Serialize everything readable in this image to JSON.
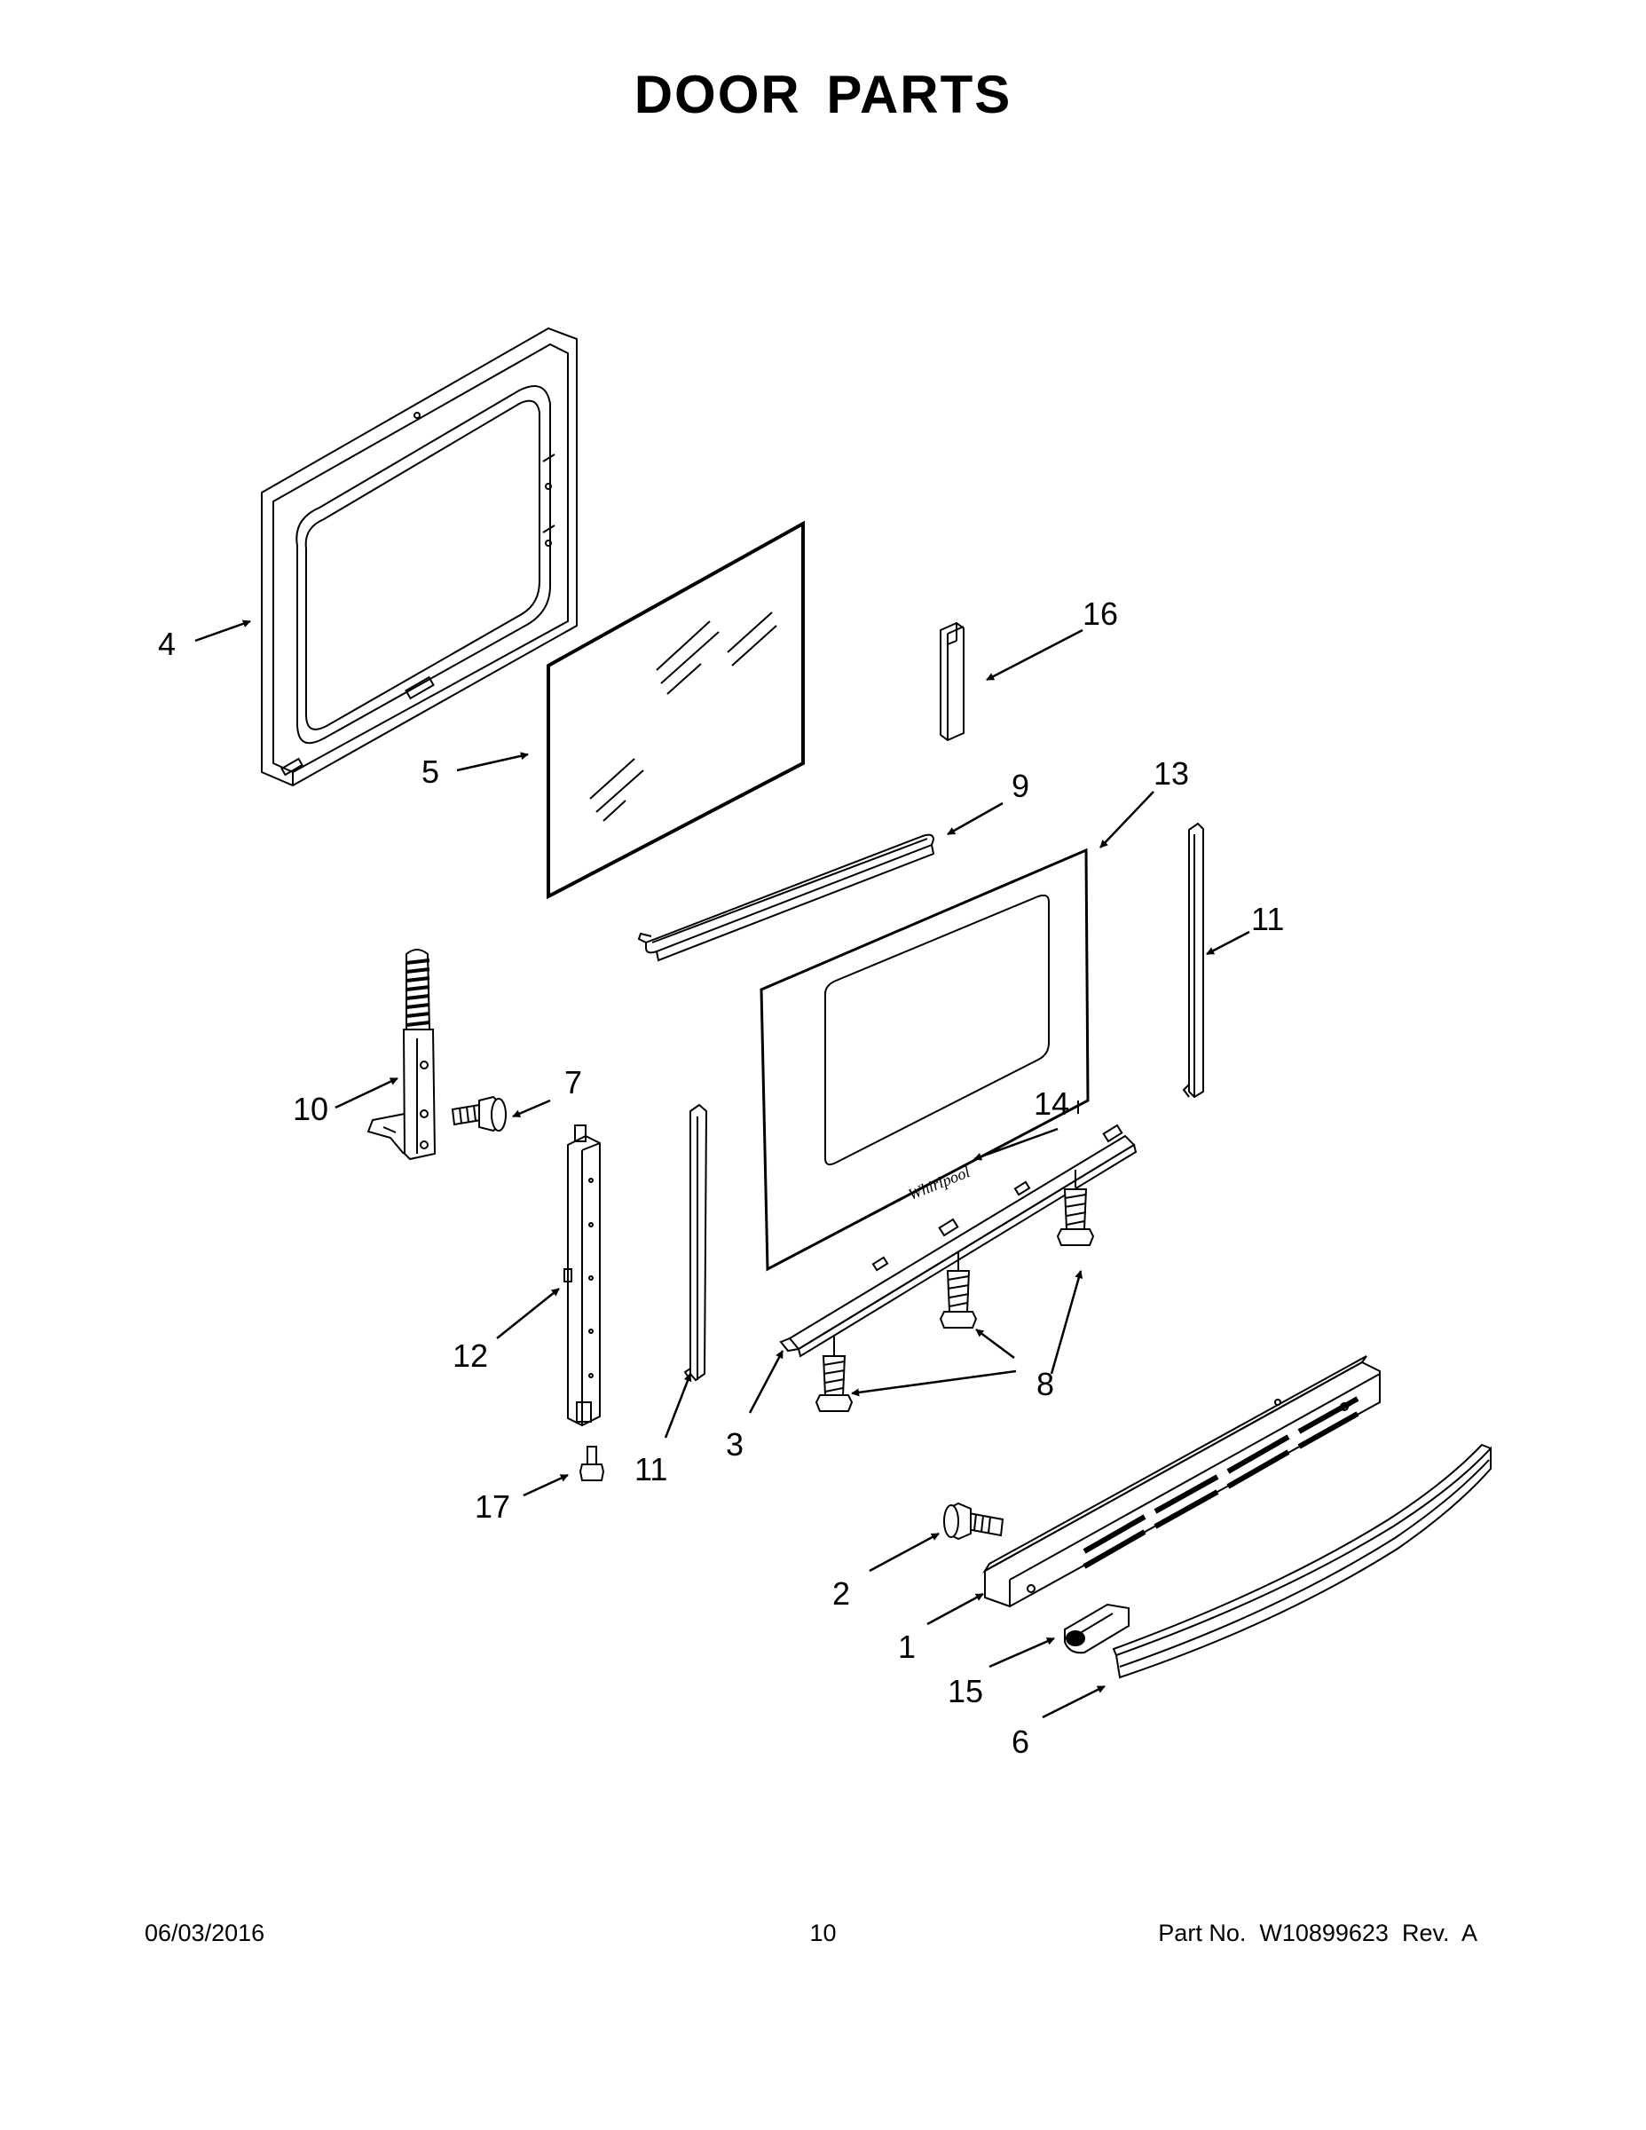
{
  "page": {
    "title": "DOOR PARTS"
  },
  "footer": {
    "date": "06/03/2016",
    "page_number": "10",
    "part_number": "Part No.  W10899623  Rev.  A"
  },
  "callouts": {
    "c1": "1",
    "c2": "2",
    "c3": "3",
    "c4": "4",
    "c5": "5",
    "c6": "6",
    "c7": "7",
    "c8": "8",
    "c9": "9",
    "c10": "10",
    "c11a": "11",
    "c11b": "11",
    "c12": "12",
    "c13": "13",
    "c14": "14",
    "c15": "15",
    "c16": "16",
    "c17": "17"
  },
  "logo_text": "Whirlpool"
}
